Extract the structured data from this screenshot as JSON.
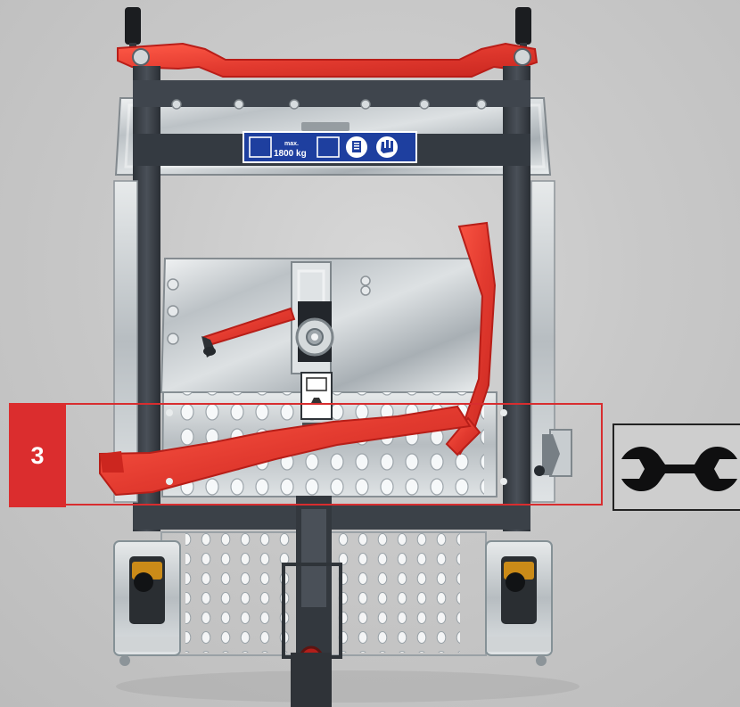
{
  "callout": {
    "number": "3"
  },
  "load_label": {
    "top": "max.",
    "bottom": "1800 kg"
  },
  "icons": {
    "tool": "wrench-icon",
    "manual": "manual-icon",
    "gloves": "gloves-icon",
    "boots": "safety-boot-icon"
  },
  "colors": {
    "accent_red": "#db2d2e",
    "frame_dark": "#3b4148",
    "steel": "#bfc3c5",
    "label_blue": "#1e3f9f"
  }
}
